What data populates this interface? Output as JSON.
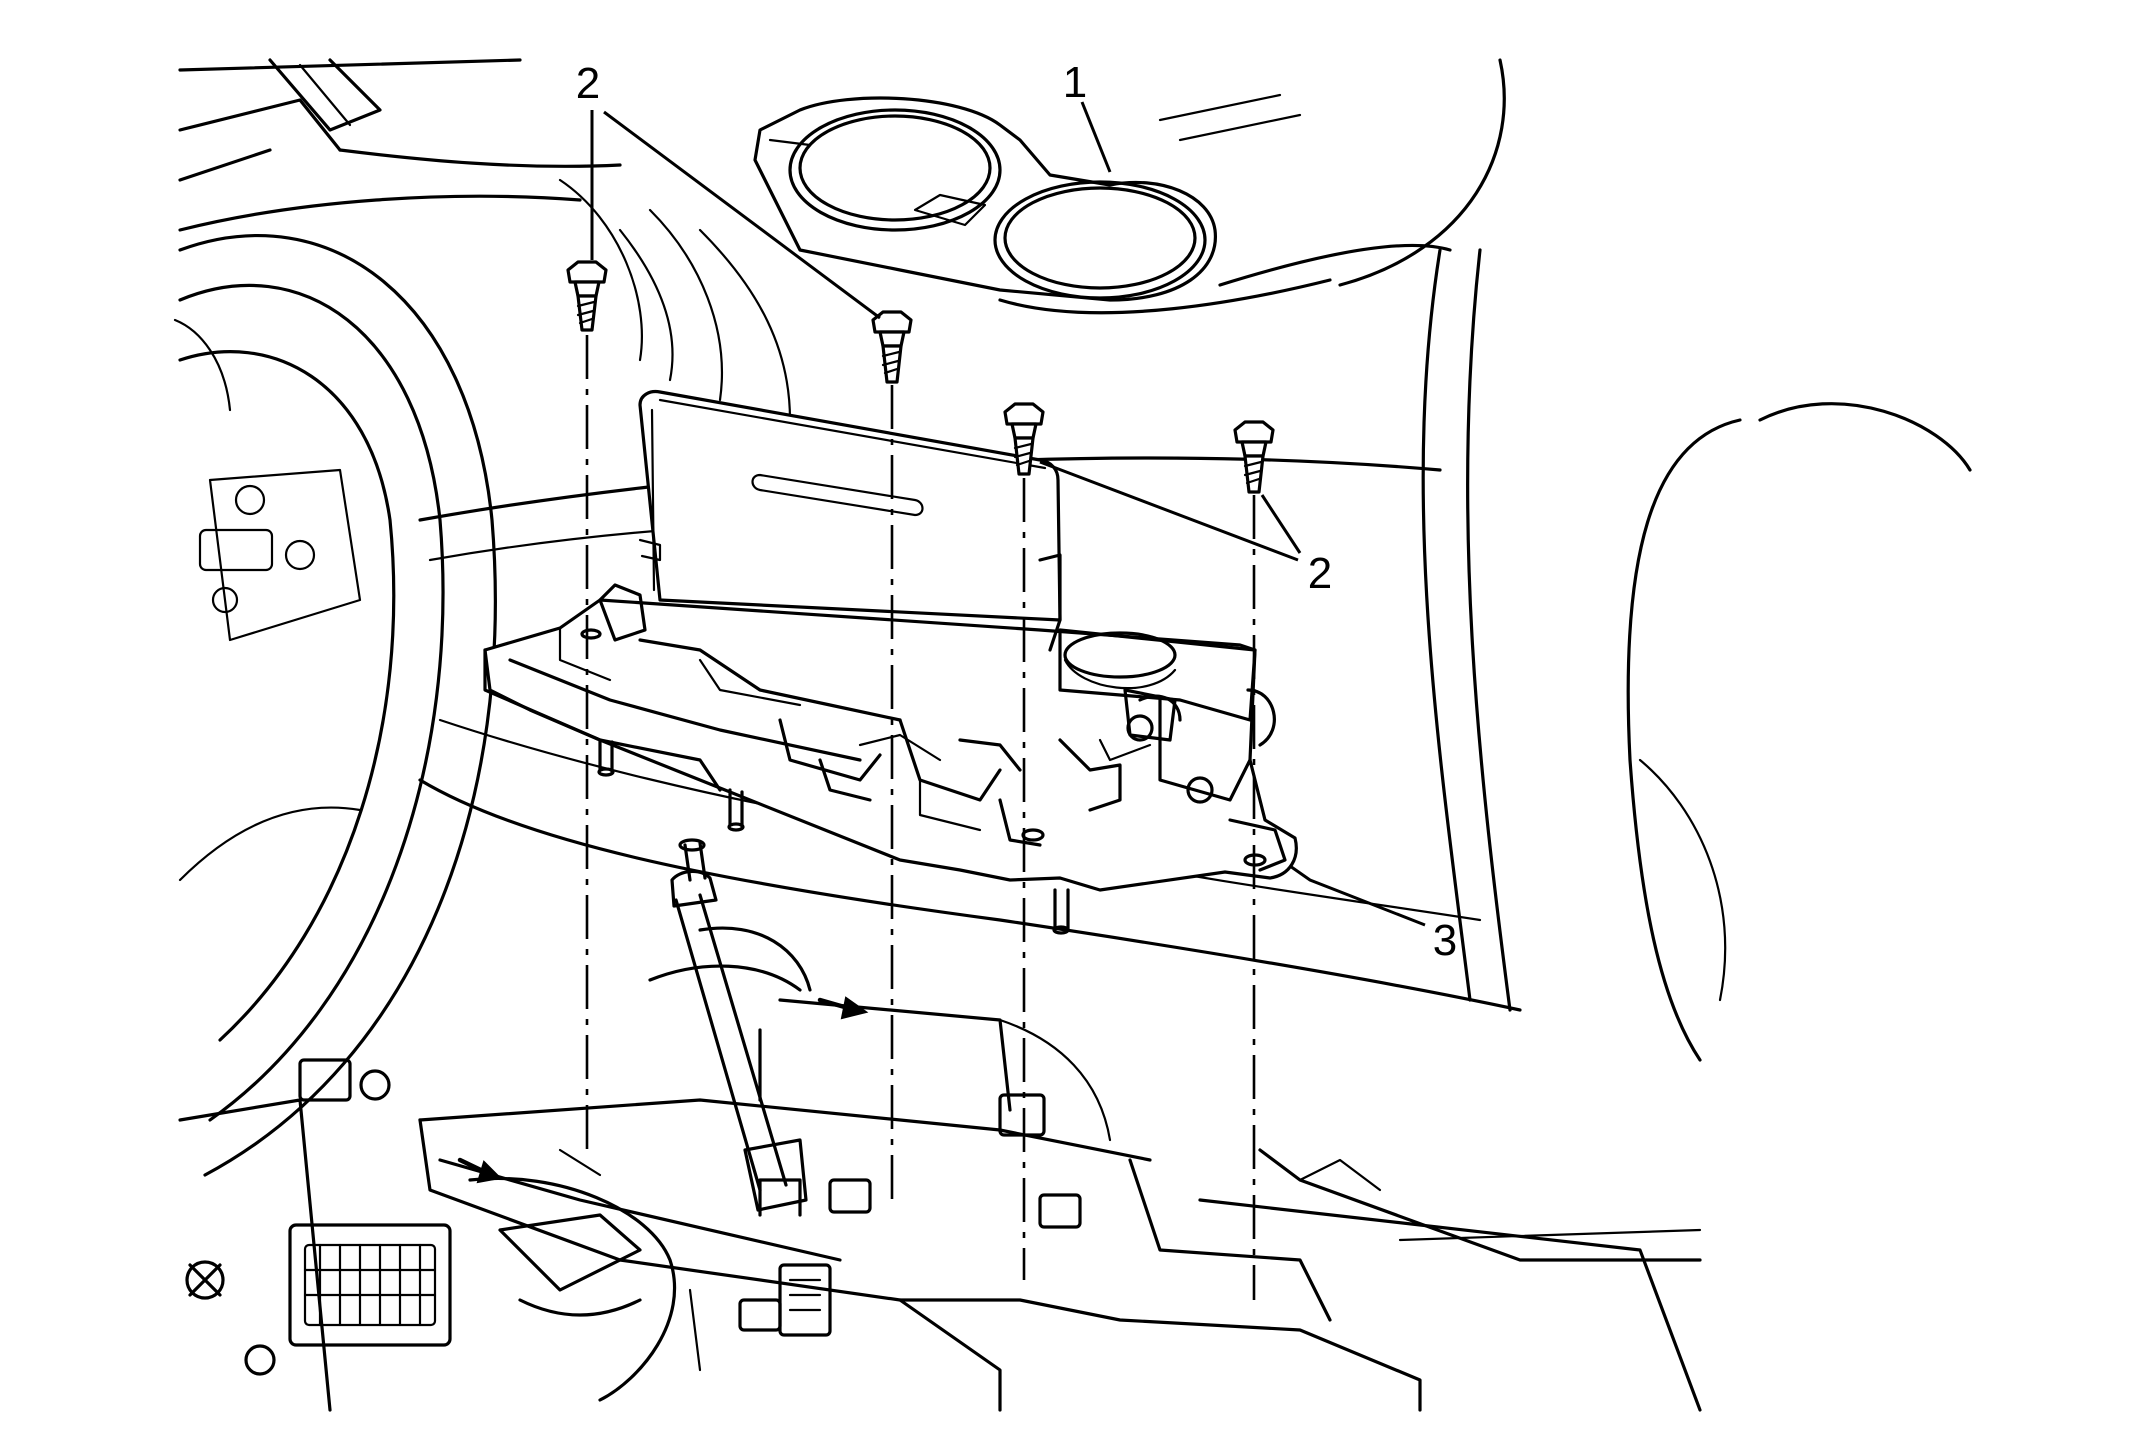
{
  "callouts": {
    "c1": "1",
    "c2_top": "2",
    "c2_right": "2",
    "c3": "3"
  }
}
